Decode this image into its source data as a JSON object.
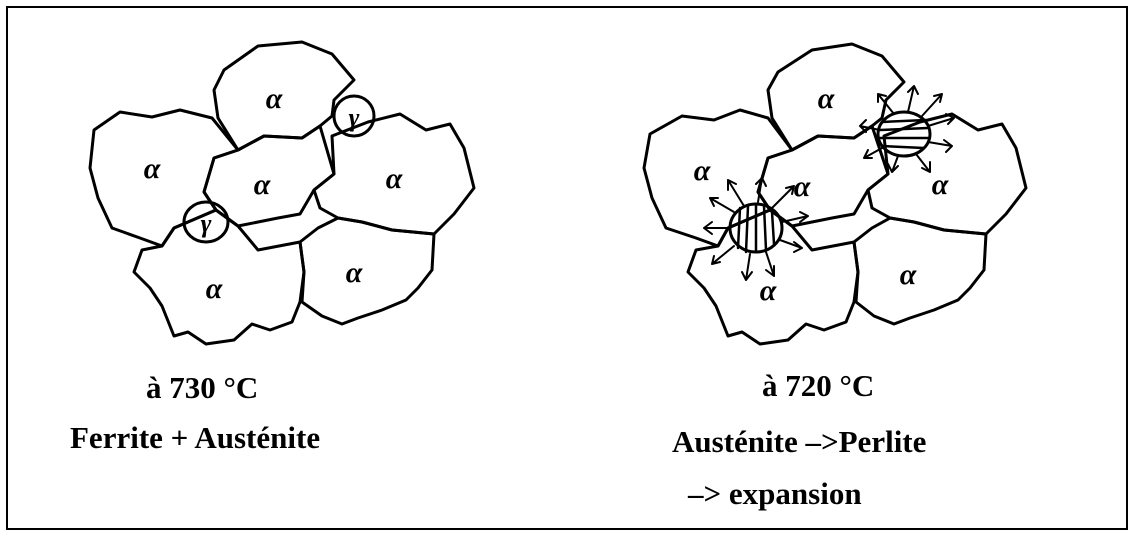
{
  "left_panel": {
    "temperature": "à 730 °C",
    "description": "Ferrite + Austénite",
    "phase_labels": {
      "alpha": "α",
      "gamma": "γ"
    }
  },
  "right_panel": {
    "temperature": "à 720 °C",
    "description": "Austénite –>Perlite",
    "note": "–>  expansion",
    "phase_labels": {
      "alpha": "α"
    }
  },
  "colors": {
    "ink": "#000000",
    "background": "#ffffff"
  }
}
